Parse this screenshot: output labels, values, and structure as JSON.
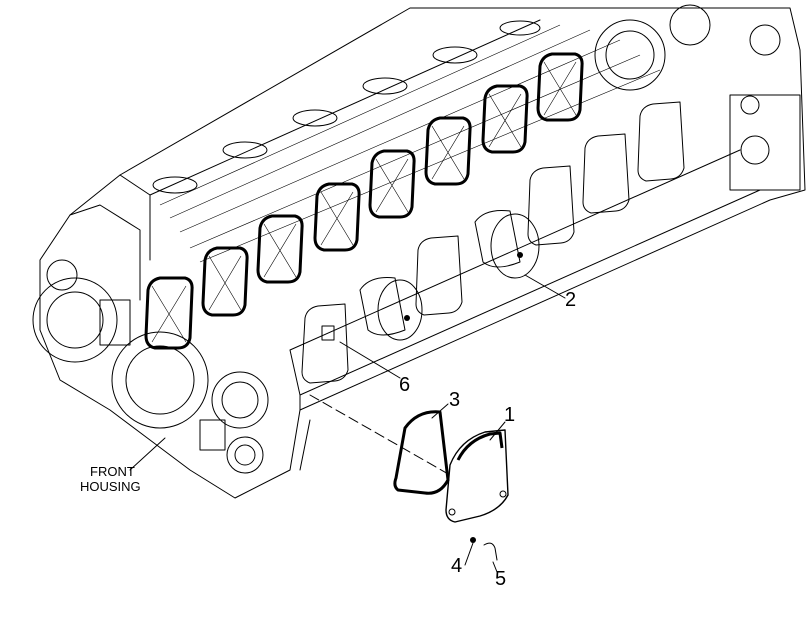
{
  "callouts": {
    "c1": "1",
    "c2": "2",
    "c3": "3",
    "c4": "4",
    "c5": "5",
    "c6": "6"
  },
  "labels": {
    "front_line1": "FRONT",
    "front_line2": "HOUSING"
  }
}
